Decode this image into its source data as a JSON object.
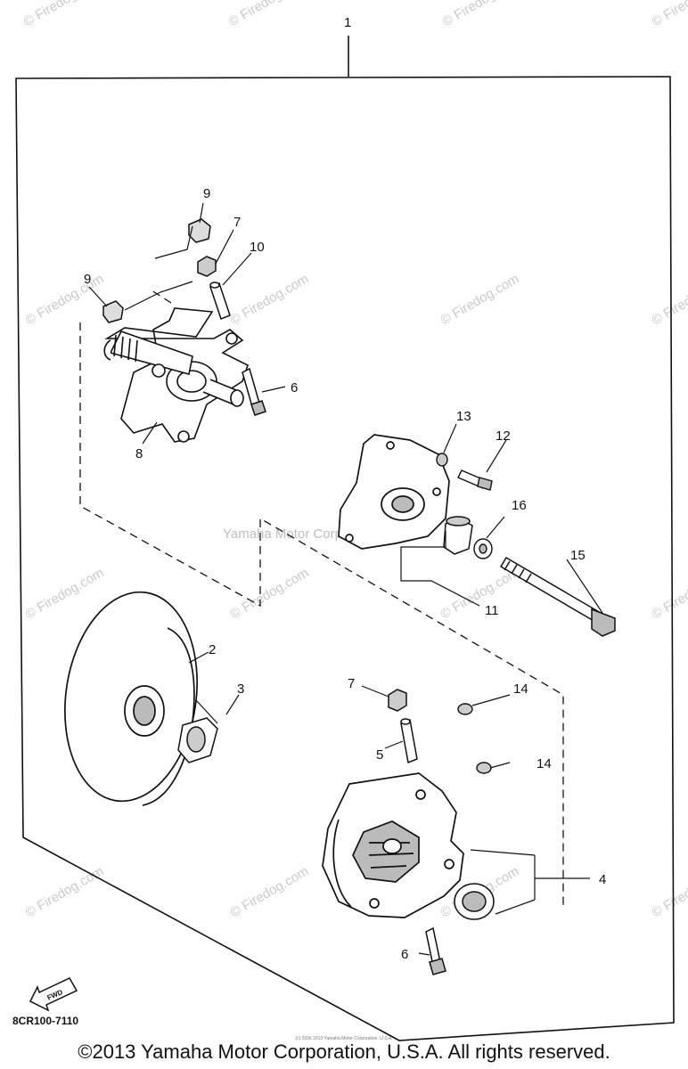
{
  "diagram": {
    "assembly_callout": "1",
    "callouts": {
      "c2": "2",
      "c3": "3",
      "c4": "4",
      "c5": "5",
      "c6a": "6",
      "c6b": "6",
      "c7a": "7",
      "c7b": "7",
      "c8": "8",
      "c9a": "9",
      "c9b": "9",
      "c10": "10",
      "c11": "11",
      "c12": "12",
      "c13": "13",
      "c14a": "14",
      "c14b": "14",
      "c15": "15",
      "c16": "16"
    },
    "fwd_label": "FWD",
    "diagram_code": "8CR100-7110",
    "watermark": "© Firedog.com",
    "center_watermark": "Yamaha Motor Corp. U.S.A."
  },
  "footer": {
    "copyright": "©2013 Yamaha Motor Corporation, U.S.A. All rights reserved.",
    "tiny_notice": "(c) 2006 2013 Yamaha Motor Corporation, U.S.A."
  }
}
